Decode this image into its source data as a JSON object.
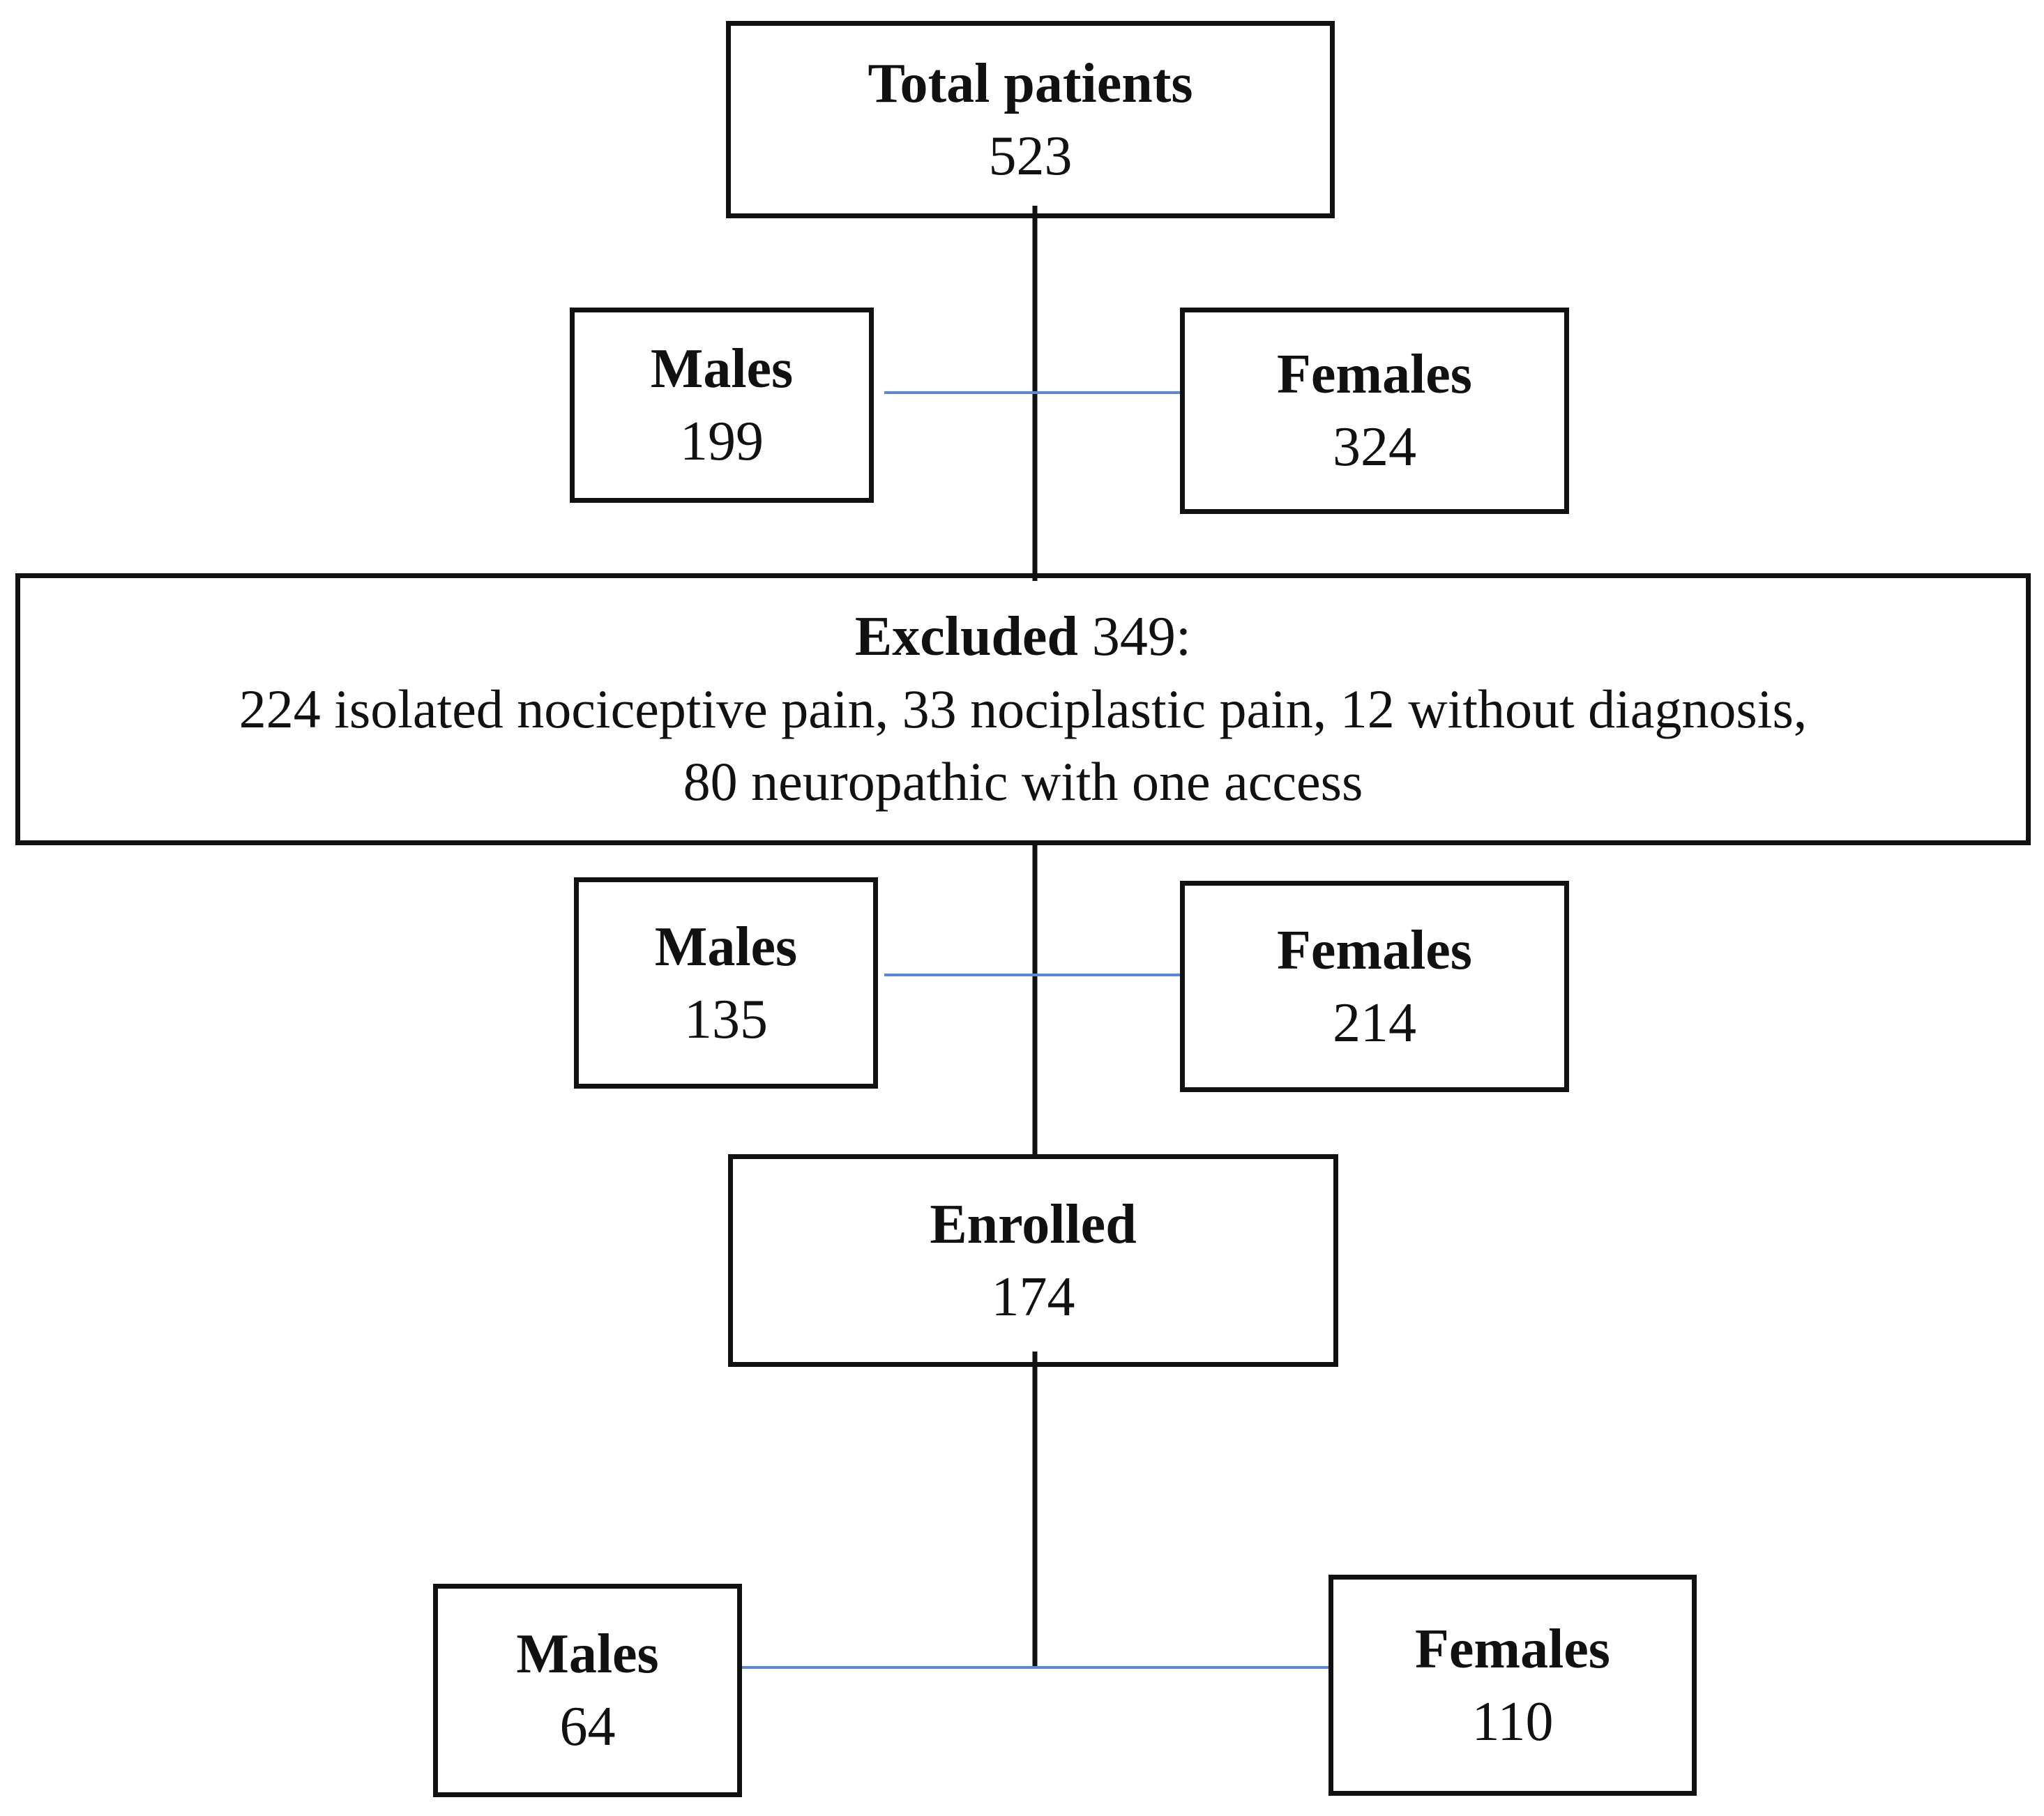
{
  "total": {
    "label": "Total patients",
    "count": "523"
  },
  "total_split": {
    "males": {
      "label": "Males",
      "count": "199"
    },
    "females": {
      "label": "Females",
      "count": "324"
    }
  },
  "excluded": {
    "label": "Excluded",
    "count": "349:",
    "reasons_line1": "224 isolated nociceptive pain, 33 nociplastic pain, 12 without diagnosis,",
    "reasons_line2": "80 neuropathic with one access"
  },
  "excluded_split": {
    "males": {
      "label": "Males",
      "count": "135"
    },
    "females": {
      "label": "Females",
      "count": "214"
    }
  },
  "enrolled": {
    "label": "Enrolled",
    "count": "174"
  },
  "enrolled_split": {
    "males": {
      "label": "Males",
      "count": "64"
    },
    "females": {
      "label": "Females",
      "count": "110"
    }
  },
  "colors": {
    "box_border": "#111111",
    "trunk_line": "#111111",
    "split_line": "#5b87d6"
  }
}
